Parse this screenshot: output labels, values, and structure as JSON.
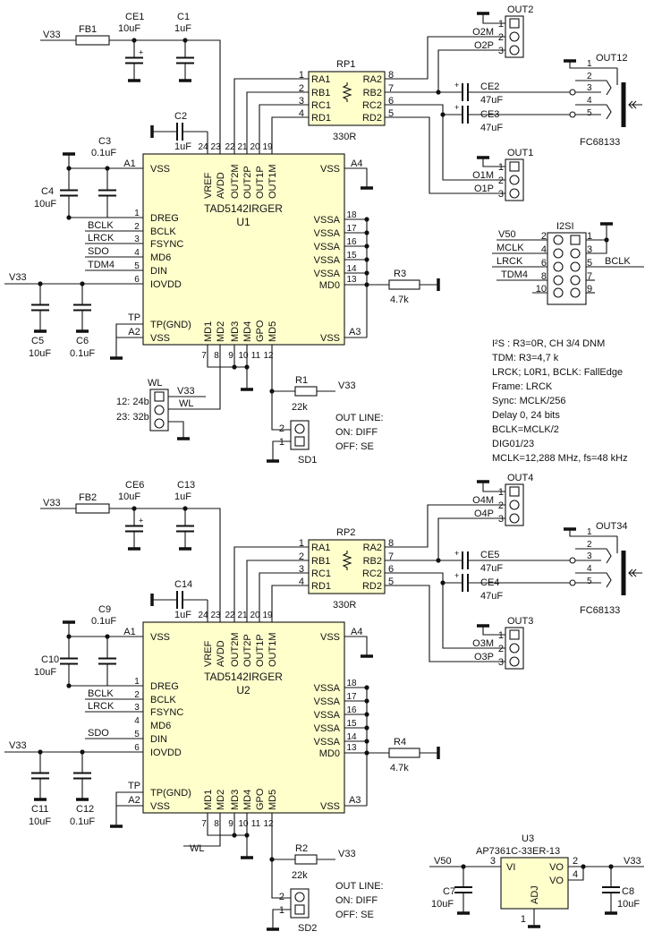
{
  "common": {
    "pins_top_names": [
      "VREF",
      "AVDD",
      "OUT2M",
      "OUT2P",
      "OUT1P",
      "OUT1M"
    ],
    "pins_top_nums": [
      "24",
      "23",
      "22",
      "21",
      "20",
      "19"
    ],
    "pins_left_names": [
      "DREG",
      "BCLK",
      "FSYNC",
      "MD6",
      "DIN",
      "IOVDD"
    ],
    "pins_left_nums": [
      "1",
      "2",
      "3",
      "4",
      "5",
      "6"
    ],
    "vss": "VSS",
    "tp_gnd": "TP(GND)",
    "vssa": "VSSA",
    "vssa_nums": [
      "18",
      "17",
      "16",
      "15",
      "14"
    ],
    "md0": "MD0",
    "md0_num": "13",
    "pins_bottom_names": [
      "MD1",
      "MD2",
      "MD3",
      "MD4",
      "GPO",
      "MD5"
    ],
    "pins_bottom_nums": [
      "7",
      "8",
      "9",
      "10",
      "11",
      "12"
    ],
    "pads": {
      "a1": "A1",
      "a2": "A2",
      "a3": "A3",
      "a4": "A4"
    },
    "rp_left": [
      "RA1",
      "RB1",
      "RC1",
      "RD1"
    ],
    "rp_left_nums": [
      "1",
      "2",
      "3",
      "4"
    ],
    "rp_right": [
      "RA2",
      "RB2",
      "RC2",
      "RD2"
    ],
    "rp_right_nums": [
      "8",
      "7",
      "6",
      "5"
    ],
    "header_nums": [
      "1",
      "2",
      "3"
    ],
    "jack_nums": [
      "1",
      "2",
      "3",
      "4",
      "5"
    ],
    "sd_nums": [
      "2",
      "1"
    ],
    "net_v33": "V33",
    "net_bclk": "BCLK",
    "net_lrck": "LRCK",
    "net_tp": "TP",
    "out_line": [
      "OUT LINE:",
      "ON: DIFF",
      "OFF: SE"
    ],
    "plus": "+"
  },
  "ch1": {
    "fb": "FB1",
    "ce": "CE1",
    "ce_val": "10uF",
    "c1": "C1",
    "c1_val": "1uF",
    "c2": "C2",
    "c2_val": "1uF",
    "c3": "C3",
    "c3_val": "0.1uF",
    "c4": "C4",
    "c4_val": "10uF",
    "c5": "C5",
    "c5_val": "10uF",
    "c6": "C6",
    "c6_val": "0.1uF",
    "ic_name": "TAD5142IRGER",
    "ic_ref": "U1",
    "rp": "RP1",
    "rp_val": "330R",
    "r_md0": "R3",
    "r_md0_val": "4.7k",
    "r_md5": "R1",
    "r_md5_val": "22k",
    "ce_a": "CE2",
    "ce_a_val": "47uF",
    "ce_b": "CE3",
    "ce_b_val": "47uF",
    "out_a": "OUT2",
    "out_a_pins": [
      "O2M",
      "O2P"
    ],
    "out_b": "OUT1",
    "out_b_pins": [
      "O1M",
      "O1P"
    ],
    "jack": "OUT12",
    "jack_part": "FC68133",
    "sd": "SD1",
    "md6_net": "SDO",
    "din_net": "TDM4"
  },
  "ch2": {
    "fb": "FB2",
    "ce": "CE6",
    "ce_val": "10uF",
    "c1": "C13",
    "c1_val": "1uF",
    "c2": "C14",
    "c2_val": "1uF",
    "c3": "C9",
    "c3_val": "0.1uF",
    "c4": "C10",
    "c4_val": "10uF",
    "c5": "C11",
    "c5_val": "10uF",
    "c6": "C12",
    "c6_val": "0.1uF",
    "ic_name": "TAD5142IRGER",
    "ic_ref": "U2",
    "rp": "RP2",
    "rp_val": "330R",
    "r_md0": "R4",
    "r_md0_val": "4.7k",
    "r_md5": "R2",
    "r_md5_val": "22k",
    "ce_a": "CE5",
    "ce_a_val": "47uF",
    "ce_b": "CE4",
    "ce_b_val": "47uF",
    "out_a": "OUT4",
    "out_a_pins": [
      "O4M",
      "O4P"
    ],
    "out_b": "OUT3",
    "out_b_pins": [
      "O3M",
      "O3P"
    ],
    "jack": "OUT34",
    "jack_part": "FC68133",
    "sd": "SD2",
    "din_net": "SDO",
    "md2_net": "WL"
  },
  "wl_jumper": {
    "label": "WL",
    "options": [
      "12: 24b",
      "23: 32b"
    ],
    "net_v33": "V33",
    "net_wl": "WL"
  },
  "i2s": {
    "ref": "I2SI",
    "left_nums": [
      "2",
      "4",
      "6",
      "8",
      "10"
    ],
    "right_nums": [
      "1",
      "3",
      "5",
      "7",
      "9"
    ],
    "left_nets": [
      "V50",
      "MCLK",
      "LRCK",
      "TDM4"
    ],
    "right_net": "BCLK"
  },
  "notes": [
    "I²S : R3=0R, CH 3/4 DNM",
    "TDM: R3=4,7 k",
    "LRCK;  L0R1, BCLK: FallEdge",
    "Frame: LRCK",
    "Sync: MCLK/256",
    "Delay 0,  24 bits",
    "BCLK=MCLK/2",
    "DIG01/23",
    "MCLK=12,288  MHz, fs=48 kHz"
  ],
  "regulator": {
    "ref": "U3",
    "part": "AP7361C-33ER-13",
    "vi": "VI",
    "vo": "VO",
    "adj": "ADJ",
    "nums": {
      "vi": "3",
      "vo1": "2",
      "vo2": "4",
      "adj": "1"
    },
    "net_in": "V50",
    "net_out": "V33",
    "c_in": "C7",
    "c_in_val": "10uF",
    "c_out": "C8",
    "c_out_val": "10uF"
  }
}
